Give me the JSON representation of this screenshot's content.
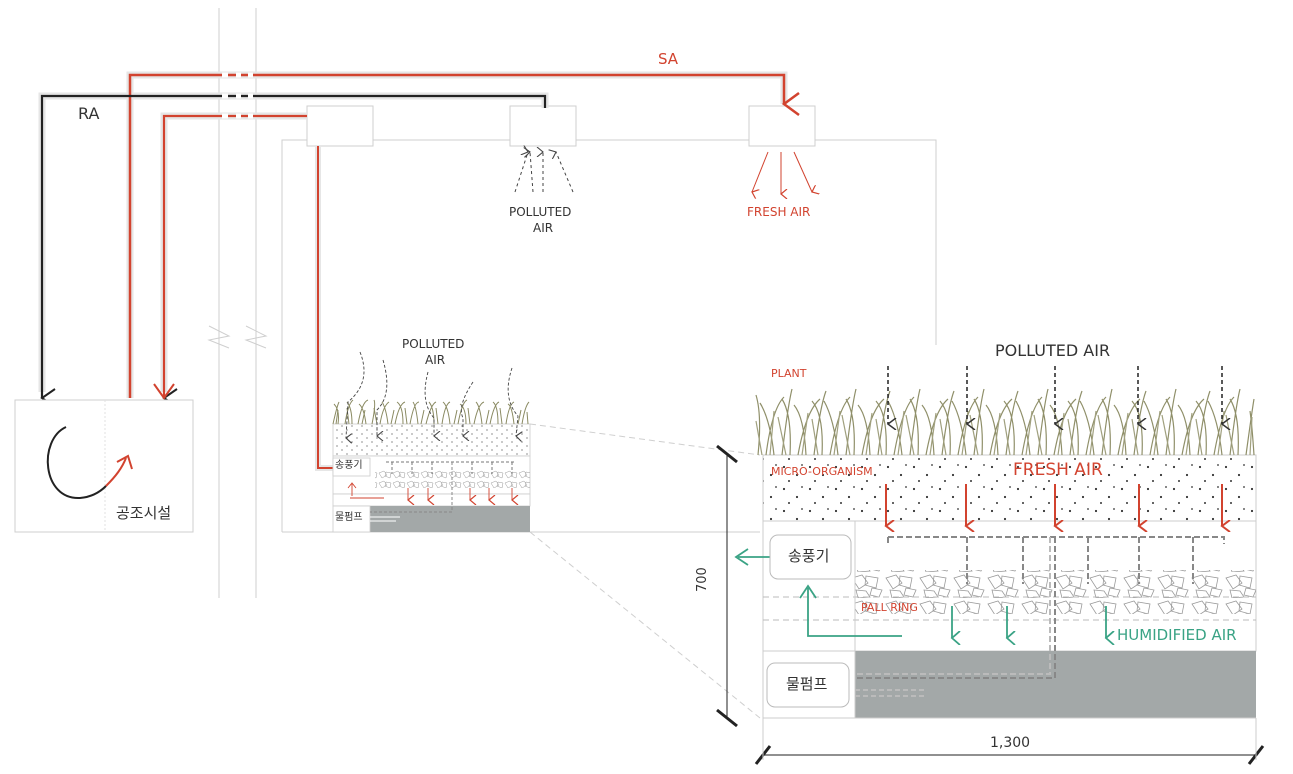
{
  "labels": {
    "sa": "SA",
    "ra": "RA",
    "polluted_air_top": [
      "POLLUTED",
      "AIR"
    ],
    "fresh_air_top": "FRESH AIR",
    "polluted_air_mid": [
      "POLLUTED",
      "AIR"
    ],
    "ahu_unit": "공조시설",
    "blower_small": "송풍기",
    "pump_small": "물펌프",
    "polluted_air_detail": "POLLUTED AIR",
    "plant": "PLANT",
    "micro_organism": "MICRO-ORGANISM",
    "fresh_air_detail": "FRESH AIR",
    "blower": "송풍기",
    "pall_ring": "PALL RING",
    "humidified_air": "HUMIDIFIED AIR",
    "pump": "물펌프",
    "dim_height": "700",
    "dim_width": "1,300"
  },
  "colors": {
    "supply_air": "#d2432f",
    "return_air": "#222222",
    "humidified": "#3aa385",
    "water": "#a3a8a8",
    "grass": "#8a8a62",
    "outline": "#cccccc"
  },
  "icons": [
    "return-arrow-icon",
    "supply-arrow-icon",
    "fan-rotation-icon",
    "break-symbol-icon"
  ]
}
